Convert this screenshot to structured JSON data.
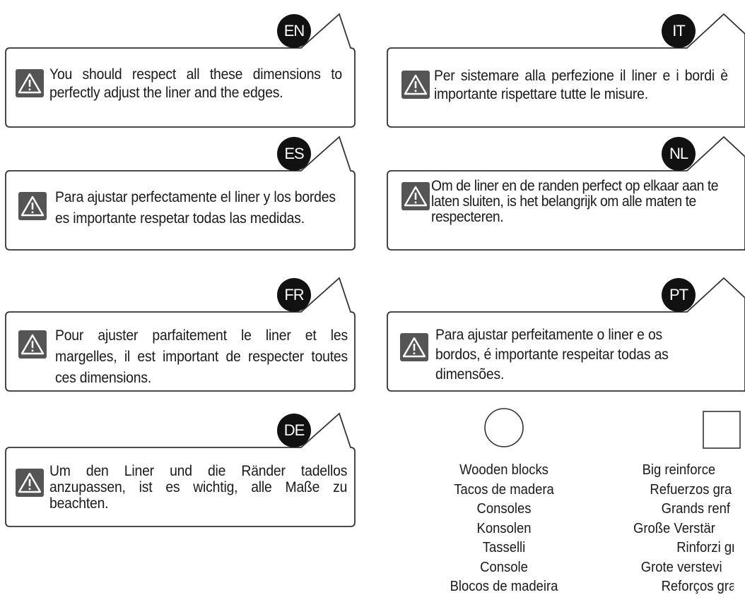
{
  "notes": {
    "en": {
      "code": "EN",
      "text": "You should respect all these dimensions to perfectly adjust the liner and the edges."
    },
    "it": {
      "code": "IT",
      "text": "Per sistemare alla perfezione il liner e i bordi è importante rispettare tutte le misure."
    },
    "es": {
      "code": "ES",
      "text": "Para ajustar perfectamente el liner y los bordes es importante respetar todas las medidas."
    },
    "nl": {
      "code": "NL",
      "text": "Om de liner en de randen perfect op elkaar aan te laten sluiten, is het belangrijk om alle maten te respecteren."
    },
    "fr": {
      "code": "FR",
      "text": "Pour ajuster parfaitement le liner et les margelles, il est important de respecter toutes ces dimensions."
    },
    "pt": {
      "code": "PT",
      "text": "Para ajustar perfeitamente o liner e os bordos, é importante respeitar todas as dimensões."
    },
    "de": {
      "code": "DE",
      "text": "Um den Liner und die Ränder tadellos anzupassen, ist es wichtig, alle Maße zu beachten."
    }
  },
  "legend": {
    "circle": {
      "icon": "circle-outline-icon",
      "labels": [
        "Wooden blocks",
        "Tacos de madera",
        "Consoles",
        "Konsolen",
        "Tasselli",
        "Console",
        "Blocos de madeira"
      ]
    },
    "square": {
      "icon": "square-outline-icon",
      "labels": [
        "Big reinforce",
        "Refuerzos gra",
        "Grands renf",
        "Große Verstär",
        "Rinforzi gra",
        "Grote verstevi",
        "Reforços gra"
      ]
    }
  },
  "colors": {
    "badge": "#111111",
    "warning_icon_bg": "#555555",
    "border": "#333333"
  }
}
